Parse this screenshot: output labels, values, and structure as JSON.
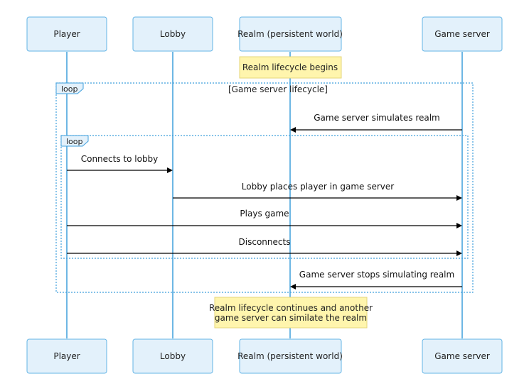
{
  "participants": {
    "player": "Player",
    "lobby": "Lobby",
    "realm": "Realm (persistent world)",
    "gameserver": "Game server"
  },
  "notes": {
    "realm_begins": "Realm lifecycle begins",
    "realm_continues_line1": "Realm lifecycle continues and another",
    "realm_continues_line2": "game server can similate the realm"
  },
  "outer_loop": {
    "label": "loop",
    "condition": "[Game server lifecycle]"
  },
  "inner_loop": {
    "label": "loop"
  },
  "messages": [
    {
      "from": "gameserver",
      "to": "realm",
      "text": "Game server simulates realm"
    },
    {
      "from": "player",
      "to": "lobby",
      "text": "Connects to lobby"
    },
    {
      "from": "lobby",
      "to": "gameserver",
      "text": "Lobby places player in game server"
    },
    {
      "from": "player",
      "to": "gameserver",
      "text": "Plays game"
    },
    {
      "from": "player",
      "to": "gameserver",
      "text": "Disconnects"
    },
    {
      "from": "gameserver",
      "to": "realm",
      "text": "Game server stops simulating realm"
    }
  ],
  "colors": {
    "actor_fill": "#e3f1fb",
    "actor_stroke": "#63b4e6",
    "lifeline": "#3f9fdc",
    "note_fill": "#fff5ad",
    "note_stroke": "#e6d67a"
  }
}
